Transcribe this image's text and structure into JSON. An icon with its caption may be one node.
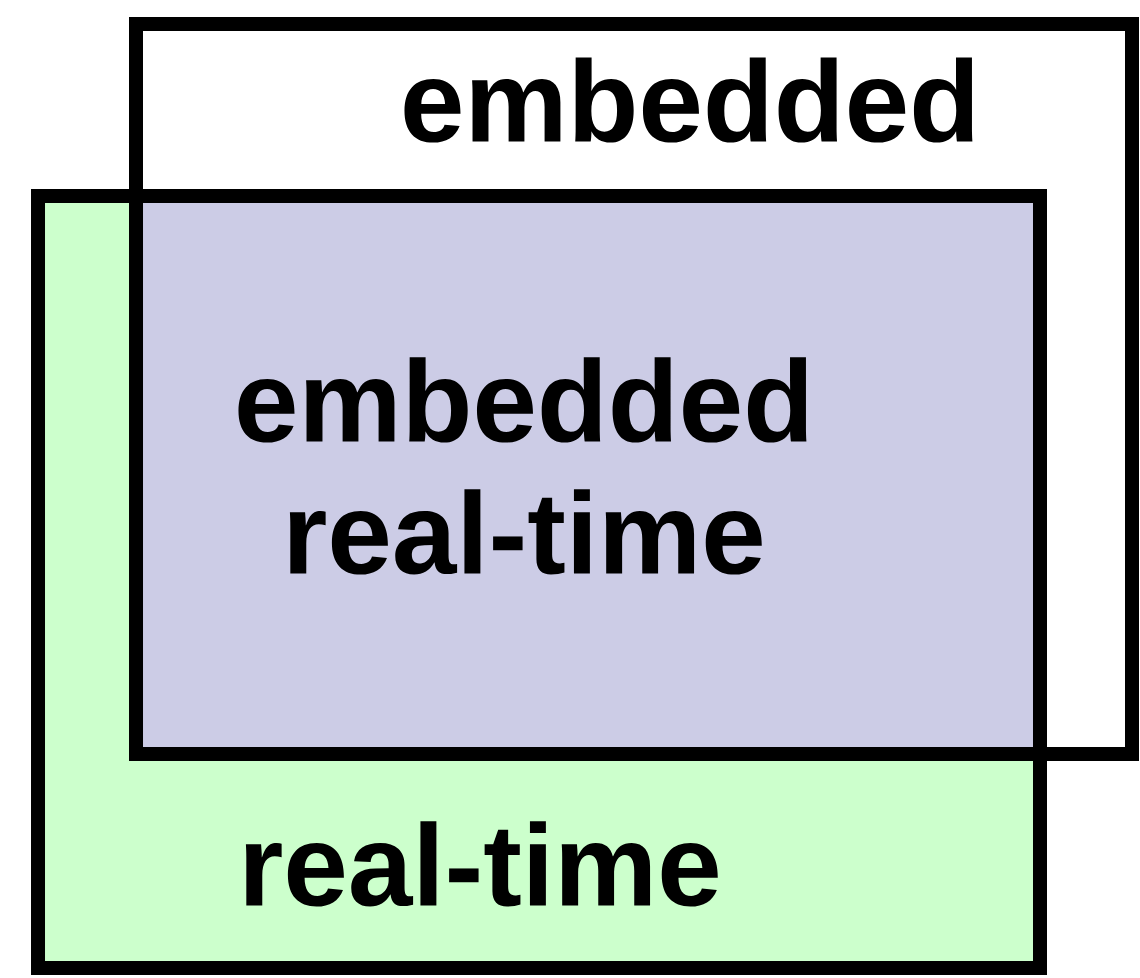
{
  "diagram": {
    "nodes": [
      {
        "text": [
          "embedded"
        ]
      },
      {
        "text": [
          "real-time"
        ]
      },
      {
        "text": [
          "embedded real-time"
        ]
      }
    ]
  }
}
